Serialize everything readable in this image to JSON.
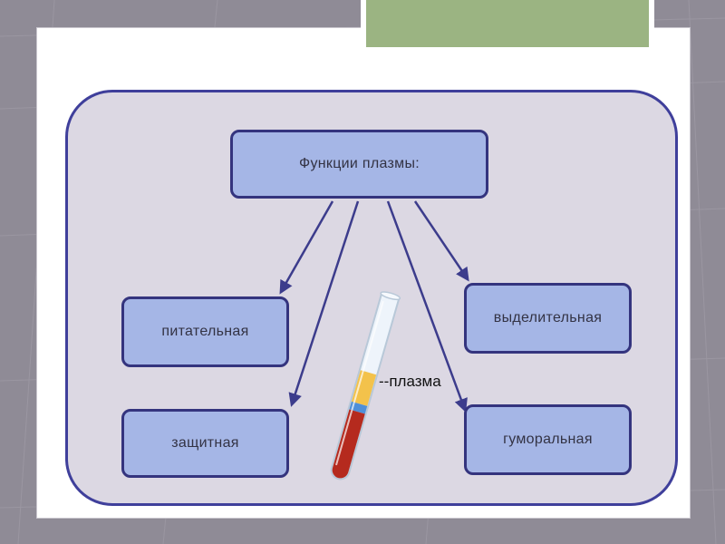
{
  "diagram": {
    "root": {
      "id": "root",
      "label": "Функции плазмы:"
    },
    "children": [
      {
        "id": "nutritive",
        "label": "питательная"
      },
      {
        "id": "protective",
        "label": "защитная"
      },
      {
        "id": "excretory",
        "label": "выделительная"
      },
      {
        "id": "humoral",
        "label": "гуморальная"
      }
    ],
    "tube_label": "--плазма"
  },
  "colors": {
    "background": "#8f8b96",
    "slide": "#ffffff",
    "accent_bar": "#9bb482",
    "panel_fill": "#dcd8e3",
    "panel_border": "#3f3f9b",
    "node_fill": "#a5b6e6",
    "node_border": "#34347e",
    "arrow": "#3c3c8c",
    "plasma": "#f3c24b",
    "blood": "#b52a1e"
  }
}
